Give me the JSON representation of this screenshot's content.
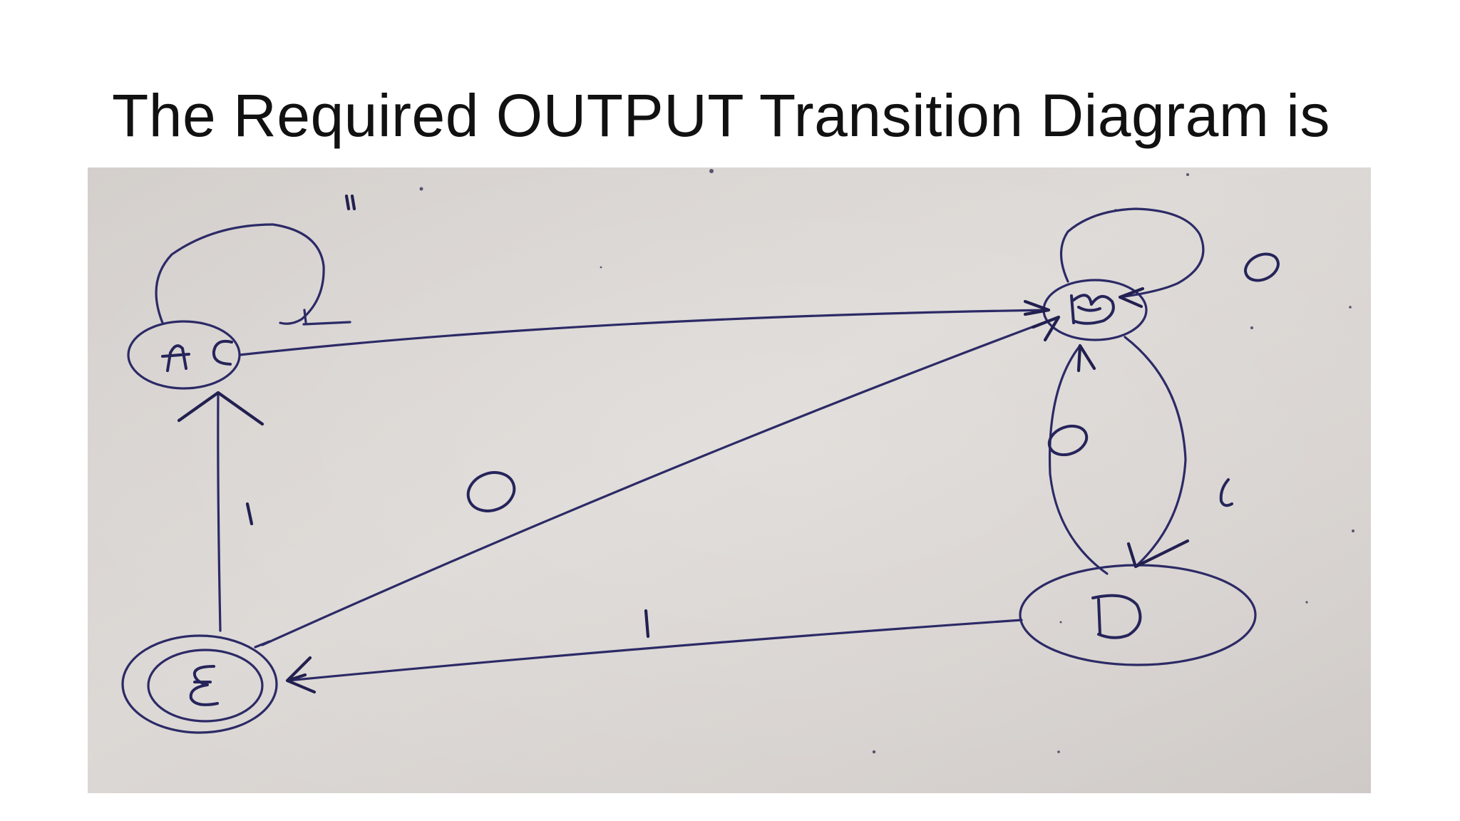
{
  "slide": {
    "title": "The Required OUTPUT Transition Diagram is"
  },
  "diagram": {
    "states": [
      {
        "id": "AC",
        "label": "AC"
      },
      {
        "id": "B",
        "label": "B"
      },
      {
        "id": "D",
        "label": "D"
      },
      {
        "id": "E",
        "label": "E",
        "accepting": true
      }
    ],
    "transitions": [
      {
        "from": "AC",
        "to": "AC",
        "label": "1"
      },
      {
        "from": "AC",
        "to": "B",
        "label": ""
      },
      {
        "from": "B",
        "to": "B",
        "label": "0"
      },
      {
        "from": "B",
        "to": "D",
        "label": "1"
      },
      {
        "from": "D",
        "to": "B",
        "label": "0"
      },
      {
        "from": "D",
        "to": "E",
        "label": "1"
      },
      {
        "from": "E",
        "to": "B",
        "label": "0"
      },
      {
        "from": "E",
        "to": "AC",
        "label": "1"
      }
    ],
    "colors": {
      "ink": "#2c2a66",
      "paper": "#d8d3d0"
    }
  }
}
